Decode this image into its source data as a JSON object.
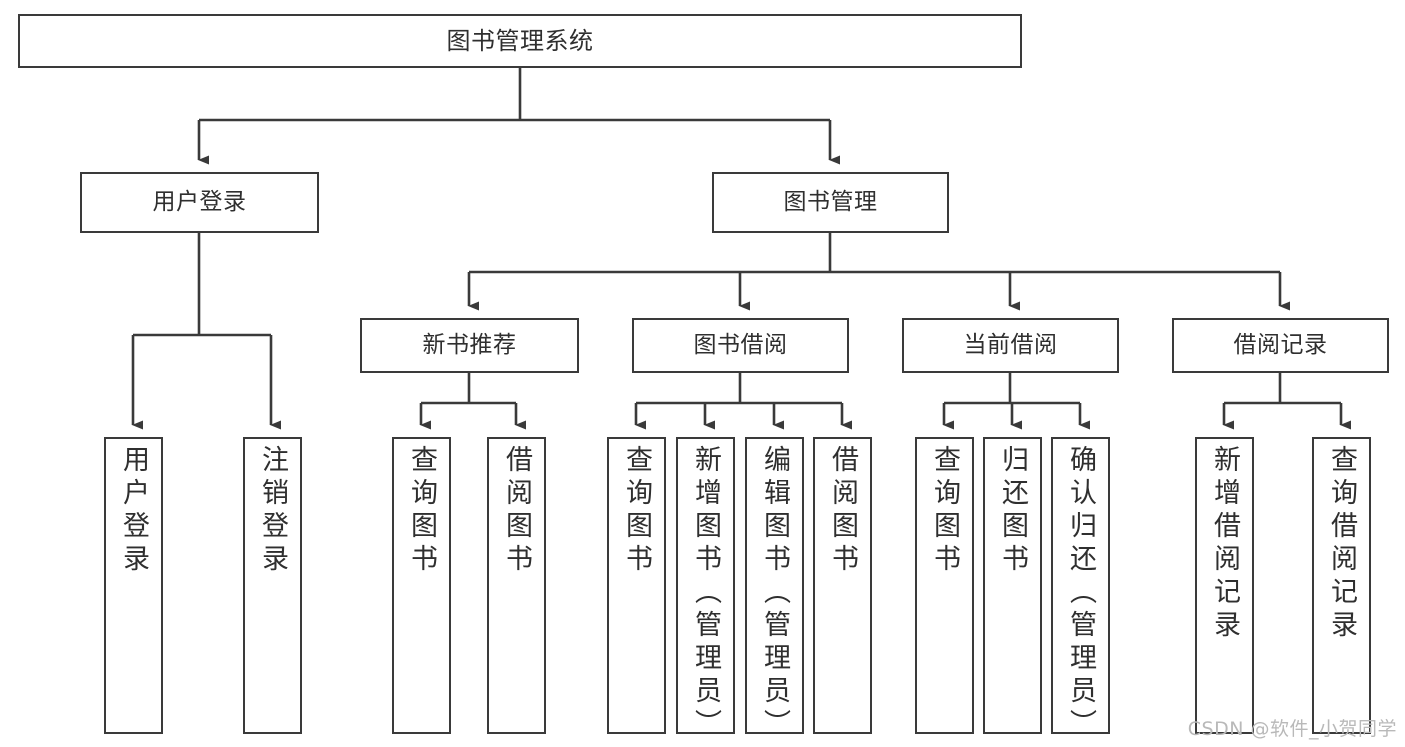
{
  "diagram": {
    "title": "图书管理系统",
    "type": "tree-hierarchy-diagram",
    "stroke_color": "#3a3a3a",
    "text_color": "#2f2f2f",
    "background_color": "#ffffff"
  },
  "nodes": {
    "root": {
      "label": "图书管理系统"
    },
    "level2": [
      {
        "label": "用户登录"
      },
      {
        "label": "图书管理"
      }
    ],
    "level3": [
      {
        "label": "新书推荐"
      },
      {
        "label": "图书借阅"
      },
      {
        "label": "当前借阅"
      },
      {
        "label": "借阅记录"
      }
    ],
    "leaves": {
      "user_login": [
        {
          "label": "用户登录"
        },
        {
          "label": "注销登录"
        }
      ],
      "new_book_recommend": [
        {
          "label": "查询图书"
        },
        {
          "label": "借阅图书"
        }
      ],
      "book_borrow": [
        {
          "label": "查询图书"
        },
        {
          "label": "新增图书（管理员）"
        },
        {
          "label": "编辑图书（管理员）"
        },
        {
          "label": "借阅图书"
        }
      ],
      "current_borrow": [
        {
          "label": "查询图书"
        },
        {
          "label": "归还图书"
        },
        {
          "label": "确认归还（管理员）"
        }
      ],
      "borrow_record": [
        {
          "label": "新增借阅记录"
        },
        {
          "label": "查询借阅记录"
        }
      ]
    }
  },
  "watermark": {
    "text": "CSDN @软件_小贺同学"
  }
}
